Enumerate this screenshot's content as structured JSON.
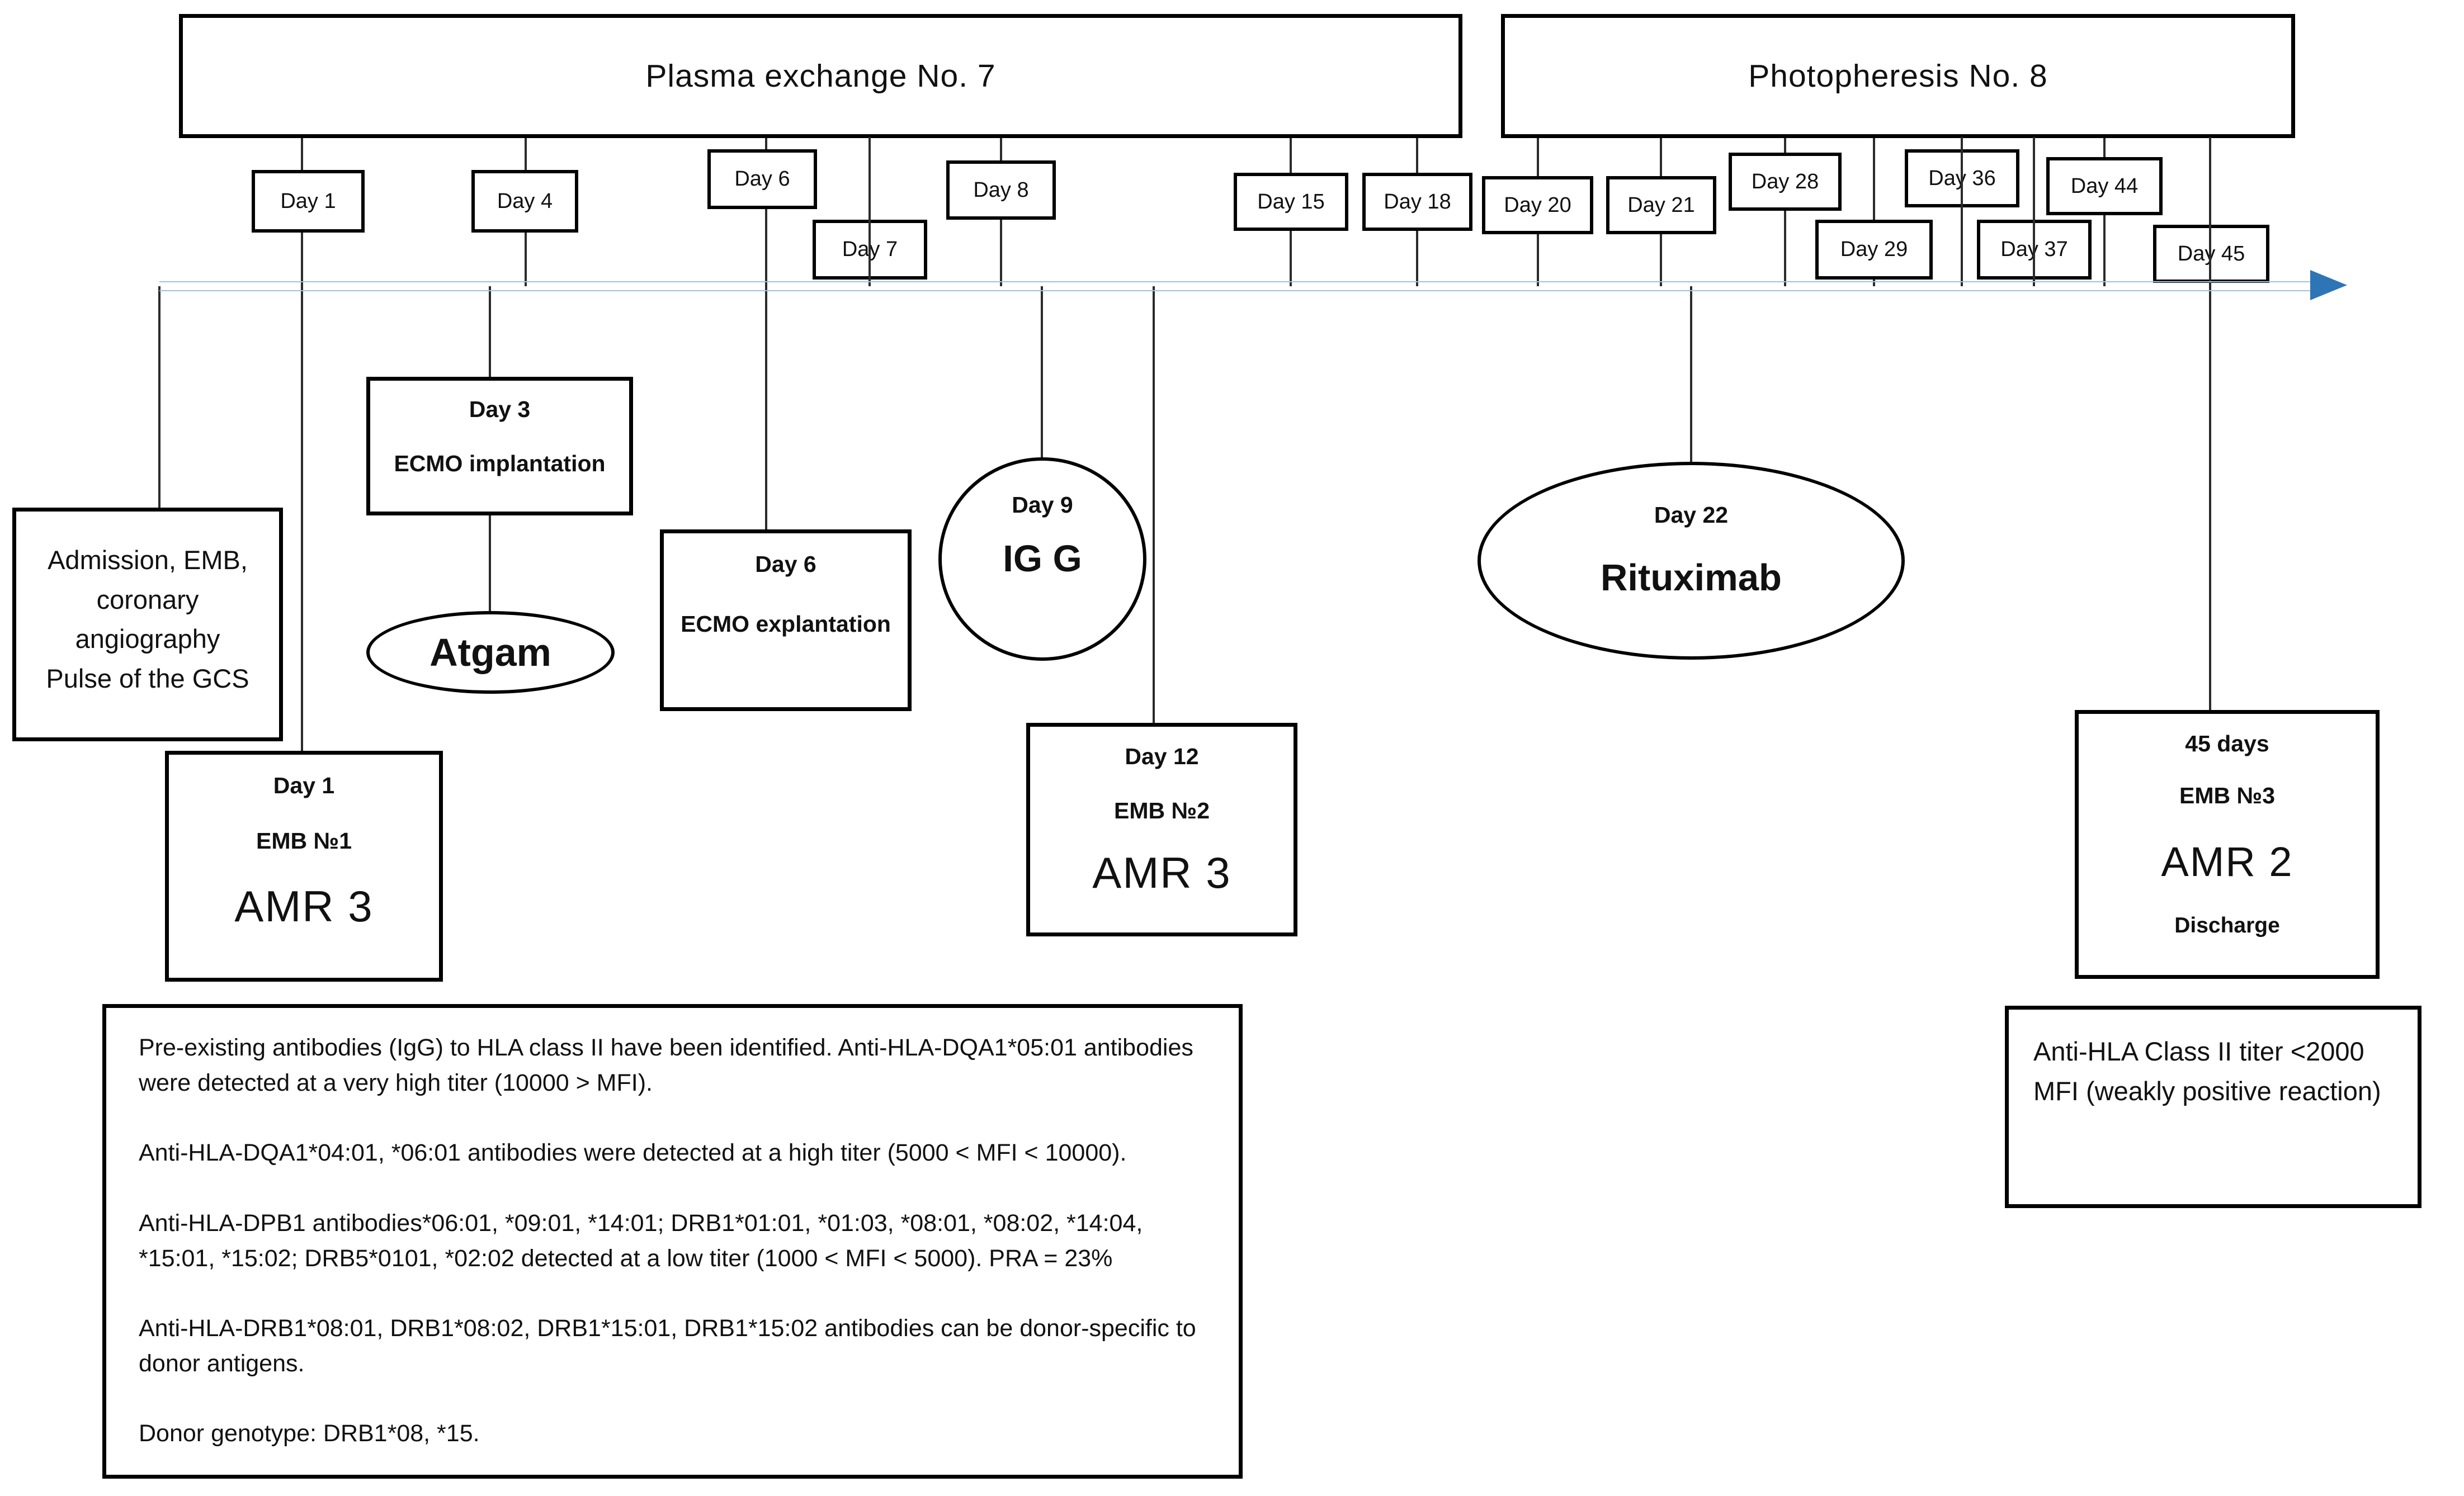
{
  "diagram": {
    "headers": {
      "plasma": "Plasma exchange No. 7",
      "photopheresis": "Photopheresis No. 8"
    },
    "timeline": {
      "days": [
        "Day 1",
        "Day 4",
        "Day 6",
        "Day 7",
        "Day 8",
        "Day 15",
        "Day 18",
        "Day 20",
        "Day 21",
        "Day 28",
        "Day 29",
        "Day 36",
        "Day 37",
        "Day 44",
        "Day 45"
      ]
    },
    "events": {
      "admission": {
        "line1": "Admission, EMB,",
        "line2": "coronary",
        "line3": "angiography",
        "line4": "Pulse of the GCS"
      },
      "day3": {
        "title": "Day 3",
        "subtitle": "ECMO implantation"
      },
      "atgam": {
        "label": "Atgam"
      },
      "ecmo_explant": {
        "title": "Day 6",
        "subtitle": "ECMO explantation"
      },
      "igg": {
        "title": "Day 9",
        "label": "IG G"
      },
      "rituximab": {
        "title": "Day 22",
        "label": "Rituximab"
      },
      "emb1": {
        "title": "Day 1",
        "subtitle": "EMB №1",
        "result": "AMR 3"
      },
      "emb2": {
        "title": "Day 12",
        "subtitle": "EMB №2",
        "result": "AMR 3"
      },
      "day45": {
        "title": "45 days",
        "subtitle": "EMB №3",
        "result": "AMR 2",
        "footer": "Discharge"
      }
    },
    "notes": {
      "left": {
        "p1": "Pre-existing antibodies (IgG) to HLA class II have been identified.  Anti-HLA-DQA1*05:01 antibodies were detected at a very high titer (10000 > MFI).",
        "p2": "Anti-HLA-DQA1*04:01, *06:01 antibodies were detected  at a high titer (5000 < MFI < 10000).",
        "p3": "Anti-HLA-DPB1 antibodies*06:01, *09:01, *14:01; DRB1*01:01, *01:03, *08:01, *08:02, *14:04, *15:01, *15:02; DRB5*0101, *02:02 detected at a low titer (1000 < MFI < 5000). PRA = 23%",
        "p4": "Anti-HLA-DRB1*08:01, DRB1*08:02, DRB1*15:01, DRB1*15:02 antibodies can be donor-specific to donor antigens.",
        "p5": "Donor genotype: DRB1*08, *15."
      },
      "right": "Anti-HLA Class II titer <2000 MFI (weakly positive reaction)"
    },
    "colors": {
      "timeline_blue": "#2E75B6"
    }
  }
}
